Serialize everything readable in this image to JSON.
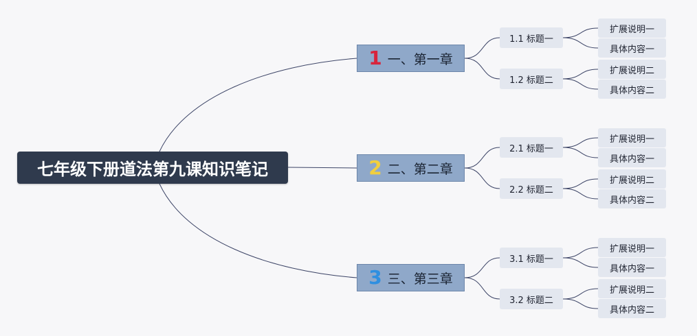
{
  "colors": {
    "background": "#f7f7f9",
    "root_fill": "#2f3a4d",
    "chapter_fill": "#8fa8c9",
    "leaf_fill": "#e3e7ef",
    "line": "#3c4466",
    "num_1": "#d8243c",
    "num_2": "#f2cf3d",
    "num_3": "#2f8fe0"
  },
  "root": {
    "text": "七年级下册道法第九课知识笔记"
  },
  "chapters": [
    {
      "num": "1",
      "label": "一、第一章",
      "sections": [
        {
          "label": "1.1 标题一",
          "leaves": [
            "扩展说明一",
            "具体内容一"
          ]
        },
        {
          "label": "1.2 标题二",
          "leaves": [
            "扩展说明二",
            "具体内容二"
          ]
        }
      ]
    },
    {
      "num": "2",
      "label": "二、第二章",
      "sections": [
        {
          "label": "2.1 标题一",
          "leaves": [
            "扩展说明一",
            "具体内容一"
          ]
        },
        {
          "label": "2.2 标题二",
          "leaves": [
            "扩展说明二",
            "具体内容二"
          ]
        }
      ]
    },
    {
      "num": "3",
      "label": "三、第三章",
      "sections": [
        {
          "label": "3.1 标题一",
          "leaves": [
            "扩展说明一",
            "具体内容一"
          ]
        },
        {
          "label": "3.2 标题二",
          "leaves": [
            "扩展说明二",
            "具体内容二"
          ]
        }
      ]
    }
  ]
}
